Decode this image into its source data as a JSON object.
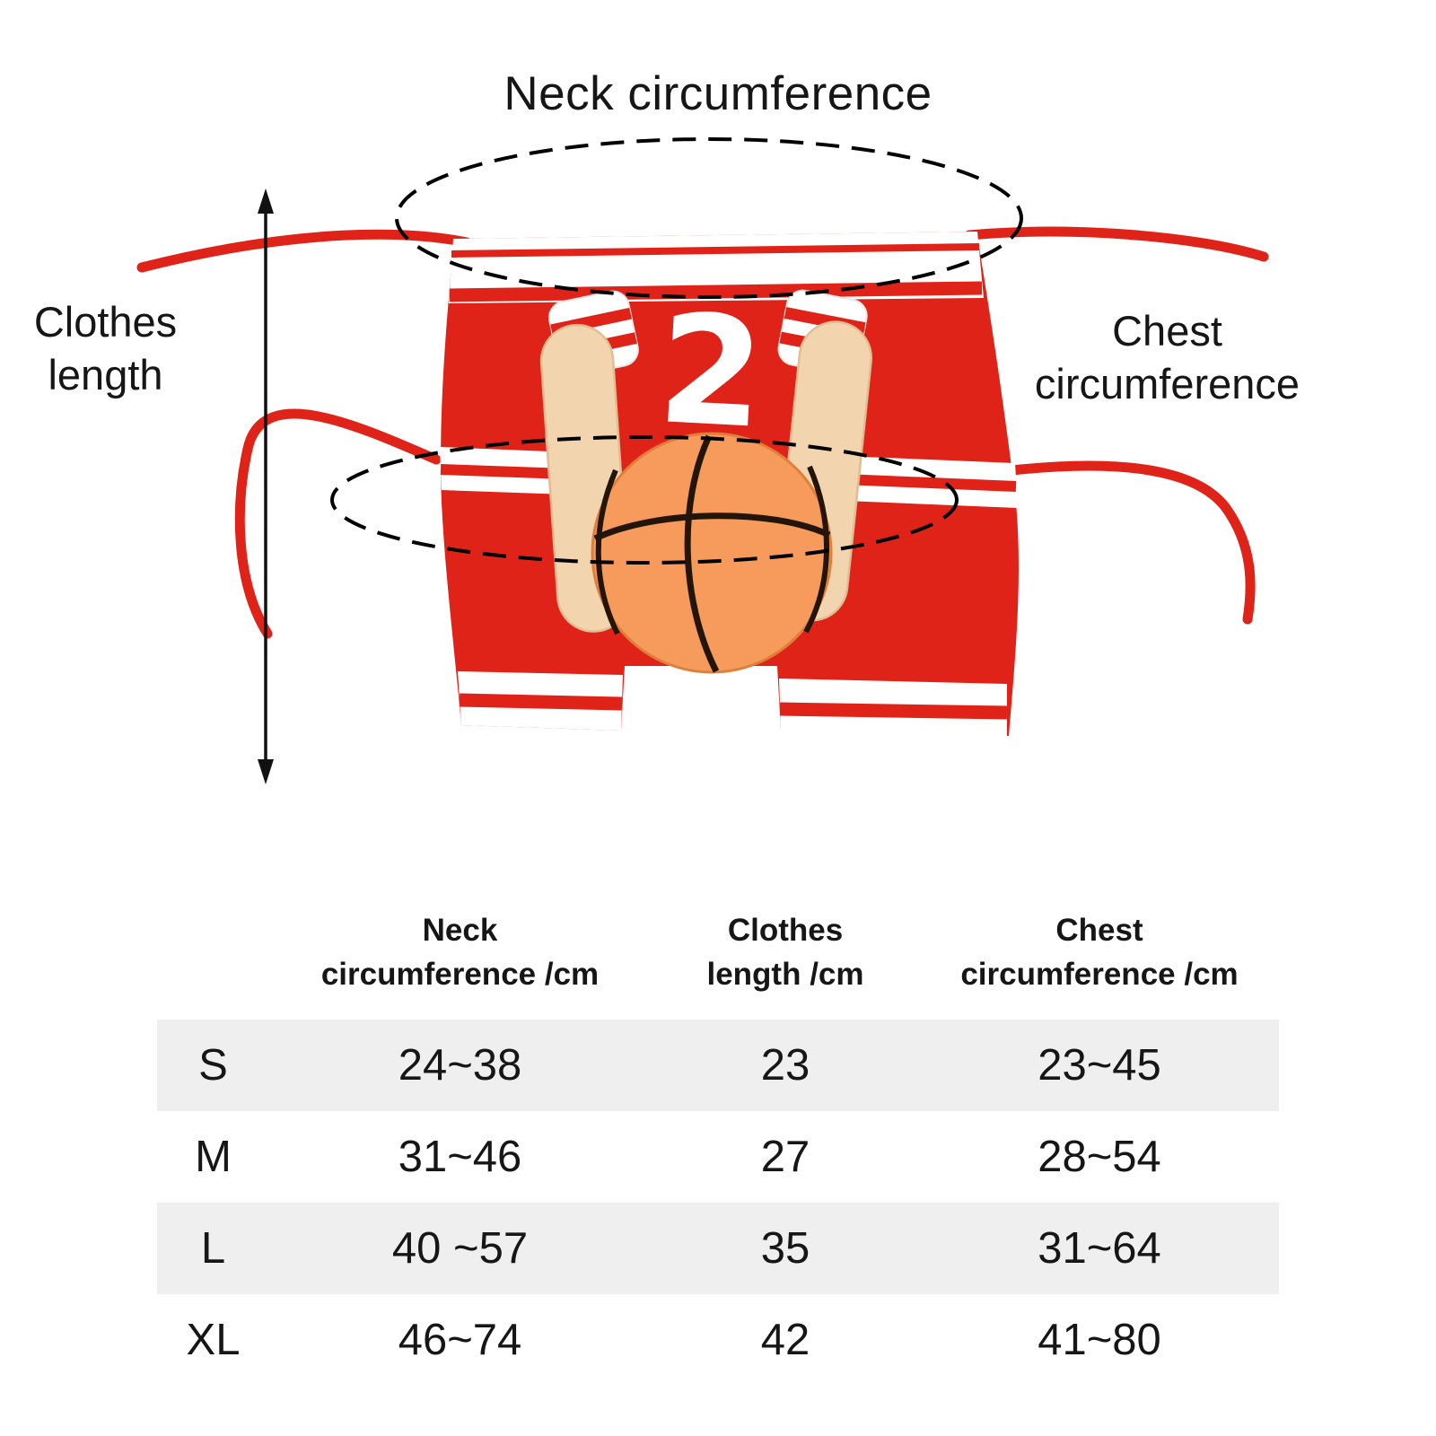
{
  "annotations": {
    "neck": "Neck circumference",
    "clothes": [
      "Clothes",
      "length"
    ],
    "chest": [
      "Chest",
      "circumference"
    ]
  },
  "costume": {
    "jersey_number": "2"
  },
  "size_table": {
    "headers": {
      "neck": [
        "Neck",
        "circumference /cm"
      ],
      "clothes": [
        "Clothes",
        "length /cm"
      ],
      "chest": [
        "Chest",
        "circumference /cm"
      ]
    },
    "rows": [
      {
        "size": "S",
        "neck": "24~38",
        "length": "23",
        "chest": "23~45"
      },
      {
        "size": "M",
        "neck": "31~46",
        "length": "27",
        "chest": "28~54"
      },
      {
        "size": "L",
        "neck": "40 ~57",
        "length": "35",
        "chest": "31~64"
      },
      {
        "size": "XL",
        "neck": "46~74",
        "length": "42",
        "chest": "41~80"
      }
    ]
  },
  "colors": {
    "red": "#e02318",
    "orange": "#f69b5b",
    "tan": "#f2d4ae",
    "row_gray": "#efefef",
    "ink": "#161616"
  }
}
